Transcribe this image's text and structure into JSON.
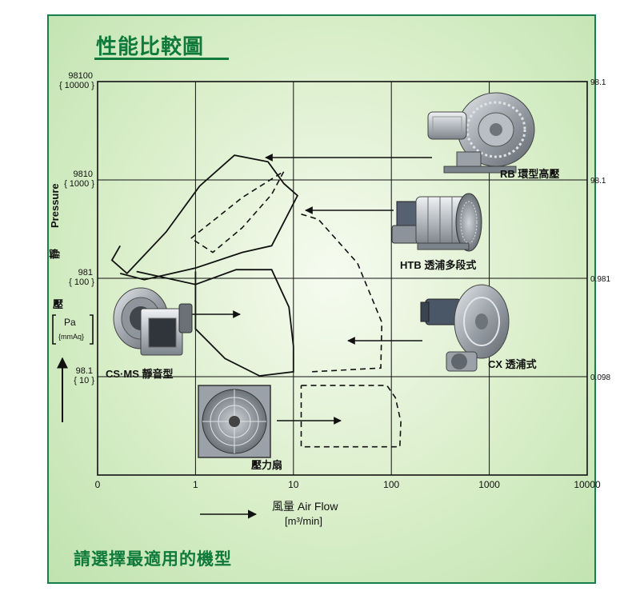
{
  "page": {
    "title": "性能比較圖",
    "footer": "請選擇最適用的機型"
  },
  "colors": {
    "frame": "#1a7d4c",
    "title": "#0f7a3b",
    "background_center": "#f6fbf0",
    "background_edge": "#bfe3ae",
    "grid": "#111111",
    "curve": "#111111"
  },
  "chart_data": {
    "type": "line",
    "title": "性能比較圖",
    "xlabel": "風量 Air Flow",
    "xunit": "[m³/min]",
    "ylabel_cn_1": "靜",
    "ylabel_en": "Pressure",
    "ylabel_cn_2": "壓",
    "y_unit_primary": "Pa",
    "y_unit_secondary": "{mmAq}",
    "x_scale": "log",
    "y_scale": "log",
    "xlim": [
      0.1,
      10000
    ],
    "ylim": [
      9.81,
      98100
    ],
    "grid": true,
    "x_ticks": [
      {
        "value": 0.1,
        "label": "0"
      },
      {
        "value": 1,
        "label": "1"
      },
      {
        "value": 10,
        "label": "10"
      },
      {
        "value": 100,
        "label": "100"
      },
      {
        "value": 1000,
        "label": "1000"
      },
      {
        "value": 10000,
        "label": "10000"
      }
    ],
    "y_ticks_left": [
      {
        "value": 98100,
        "label": "98100",
        "sub": "{ 10000 }"
      },
      {
        "value": 9810,
        "label": "9810",
        "sub": "{ 1000 }"
      },
      {
        "value": 981,
        "label": "981",
        "sub": "{ 100 }"
      },
      {
        "value": 98.1,
        "label": "98.1",
        "sub": "{ 10 }"
      }
    ],
    "y_ticks_right": [
      {
        "value": 98100,
        "label": "98.1"
      },
      {
        "value": 9810,
        "label": "98.1"
      },
      {
        "value": 981,
        "label": "0.981"
      },
      {
        "value": 98.1,
        "label": "0.098"
      }
    ],
    "series": [
      {
        "name": "RB 環型高壓",
        "style": "solid",
        "points": [
          [
            0.17,
            2100
          ],
          [
            0.14,
            1500
          ],
          [
            0.2,
            1100
          ],
          [
            0.5,
            2900
          ],
          [
            1.1,
            8500
          ],
          [
            2.5,
            17500
          ],
          [
            5.5,
            15000
          ],
          [
            8,
            9000
          ],
          [
            11,
            6800
          ],
          [
            6,
            2100
          ],
          [
            3,
            1800
          ],
          [
            1,
            1250
          ],
          [
            0.3,
            950
          ],
          [
            0.17,
            1100
          ]
        ],
        "label_point": [
          270,
          9000
        ]
      },
      {
        "name": "HTB 透浦多段式",
        "style": "dashed",
        "points": [
          [
            0.9,
            2500
          ],
          [
            3,
            6500
          ],
          [
            8,
            12000
          ],
          [
            6,
            7000
          ],
          [
            3,
            3200
          ],
          [
            1.5,
            1800
          ],
          [
            0.9,
            2500
          ]
        ],
        "label_point": [
          350,
          1850
        ]
      },
      {
        "name": "HTB 透浦多段式",
        "style": "dashed",
        "points": [
          [
            12,
            4400
          ],
          [
            18,
            3900
          ],
          [
            45,
            1400
          ],
          [
            80,
            350
          ],
          [
            78,
            120
          ],
          [
            15,
            110
          ]
        ],
        "label_point": [
          350,
          1850
        ]
      },
      {
        "name": "CX 透浦式",
        "style": "solid",
        "points": [
          [
            0.25,
            1150
          ],
          [
            1,
            850
          ],
          [
            2.6,
            1200
          ],
          [
            6,
            1200
          ],
          [
            9,
            500
          ],
          [
            10,
            200
          ],
          [
            10,
            110
          ],
          [
            4.5,
            100
          ],
          [
            2,
            150
          ],
          [
            1.2,
            250
          ],
          [
            1,
            300
          ],
          [
            1,
            700
          ],
          [
            1,
            1150
          ]
        ],
        "label_point": [
          50,
          200
        ]
      },
      {
        "name": "CS·MS 靜音型",
        "style": "dashed",
        "points": [
          [
            0.1,
            1100
          ],
          [
            0.1,
            1100
          ]
        ],
        "label_point": [
          4,
          320
        ]
      },
      {
        "name": "壓力扇",
        "style": "dashed",
        "points": [
          [
            12,
            80
          ],
          [
            90,
            80
          ],
          [
            110,
            60
          ],
          [
            125,
            34
          ],
          [
            122,
            19
          ],
          [
            12,
            19
          ],
          [
            12,
            80
          ]
        ],
        "label_point": [
          20,
          27
        ]
      }
    ],
    "annotations": [
      {
        "text": "RB 環型高壓",
        "at": [
          200,
          9500
        ]
      },
      {
        "text": "HTB 透浦多段式",
        "at": [
          110,
          2000
        ]
      },
      {
        "text": "CX 透浦式",
        "at": [
          100,
          98.1
        ]
      },
      {
        "text": "CS·MS 靜音型",
        "at": [
          0.1,
          110
        ]
      },
      {
        "text": "壓力扇",
        "at": [
          5,
          19
        ]
      }
    ]
  },
  "products": [
    {
      "name": "RB 環型高壓",
      "icon": "ring-blower-icon"
    },
    {
      "name": "HTB 透浦多段式",
      "icon": "multistage-turbo-blower-icon"
    },
    {
      "name": "CX 透浦式",
      "icon": "turbo-blower-icon"
    },
    {
      "name": "CS·MS 靜音型",
      "icon": "silent-blower-icon"
    },
    {
      "name": "壓力扇",
      "icon": "pressure-fan-icon"
    }
  ]
}
